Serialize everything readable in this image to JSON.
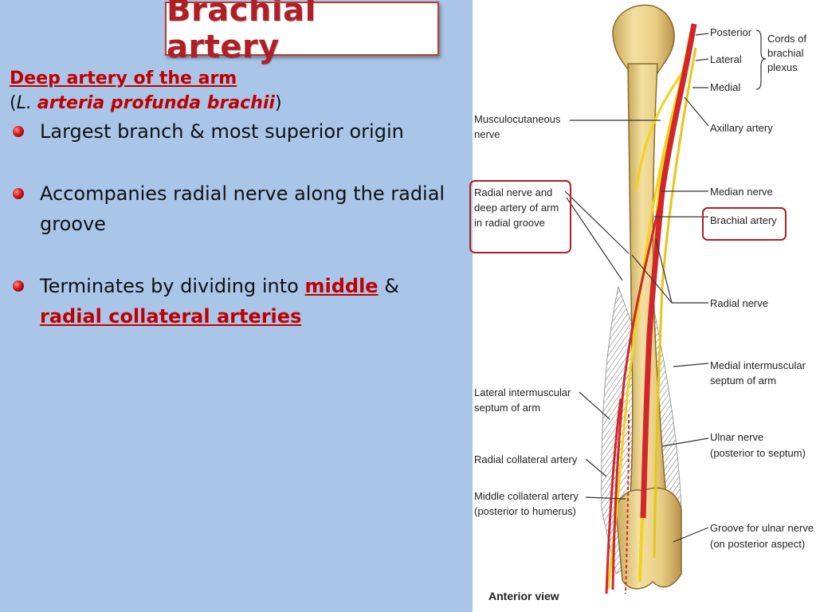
{
  "title": "Brachial artery",
  "heading": "Deep artery of the arm",
  "latin": {
    "open": "(",
    "prefix": "L.",
    "name": "arteria profunda brachii",
    "close": ")"
  },
  "bullets": {
    "b1": "Largest branch  & most superior origin",
    "b2": "Accompanies radial nerve along the radial groove",
    "b3_pre": "Terminates by dividing into ",
    "b3_middle": "middle",
    "b3_amp": " &",
    "b3_post": "radial collateral arteries"
  },
  "figure": {
    "labels": {
      "posterior": "Posterior",
      "lateral": "Lateral",
      "medial": "Medial",
      "cords1": "Cords of",
      "cords2": "brachial",
      "cords3": "plexus",
      "axillary": "Axillary artery",
      "musculo1": "Musculocutaneous",
      "musculo2": "nerve",
      "radialdeep1": "Radial nerve and",
      "radialdeep2": "deep artery of arm",
      "radialdeep3": "in radial groove",
      "median": "Median nerve",
      "brachial": "Brachial artery",
      "radialnerve": "Radial nerve",
      "medsept1": "Medial intermuscular",
      "medsept2": "septum of arm",
      "latsept1": "Lateral intermuscular",
      "latsept2": "septum of arm",
      "ulnar1": "Ulnar nerve",
      "ulnar2": "(posterior to septum)",
      "radcoll": "Radial collateral artery",
      "midcoll1": "Middle collateral artery",
      "midcoll2": "(posterior to humerus)",
      "groove1": "Groove for ulnar nerve",
      "groove2": "(on posterior aspect)",
      "caption": "Anterior view"
    }
  },
  "colors": {
    "background": "#a9c6e8",
    "accent_red": "#c00000",
    "artery": "#d1262b",
    "nerve": "#f2d21b",
    "bone": "#e9d089"
  }
}
